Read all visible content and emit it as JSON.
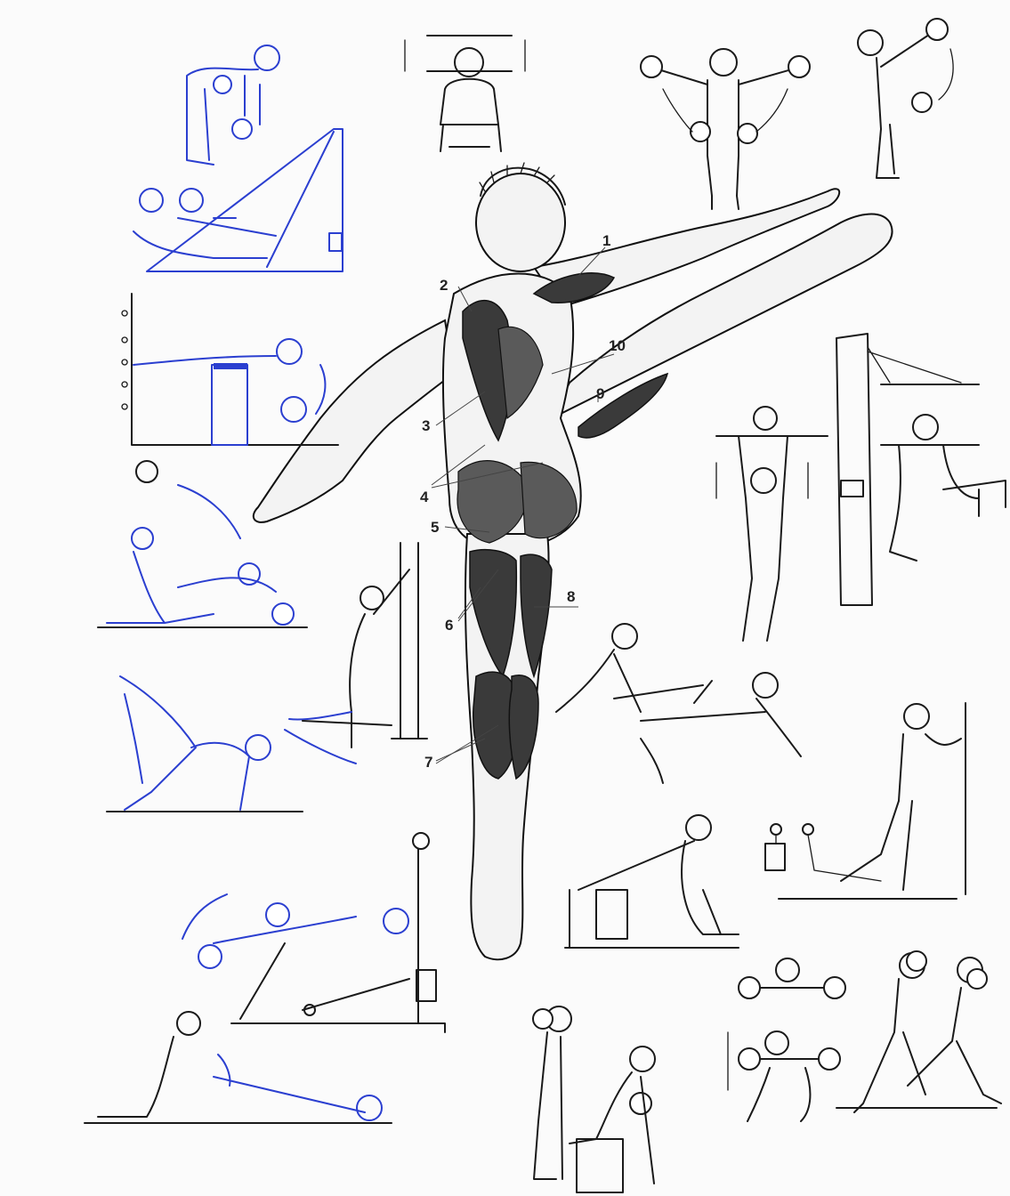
{
  "diagram": {
    "labels": [
      {
        "id": "1",
        "text": "1"
      },
      {
        "id": "2",
        "text": "2"
      },
      {
        "id": "3",
        "text": "3"
      },
      {
        "id": "4",
        "text": "4"
      },
      {
        "id": "5",
        "text": "5"
      },
      {
        "id": "6",
        "text": "6"
      },
      {
        "id": "7",
        "text": "7"
      },
      {
        "id": "8",
        "text": "8"
      },
      {
        "id": "9",
        "text": "9"
      },
      {
        "id": "10",
        "text": "10"
      }
    ],
    "colors": {
      "ink": "#1a1a1a",
      "blue_ink": "#2b3fd0",
      "muscle": "#3a3a3a",
      "paper": "#fbfbfb"
    }
  }
}
